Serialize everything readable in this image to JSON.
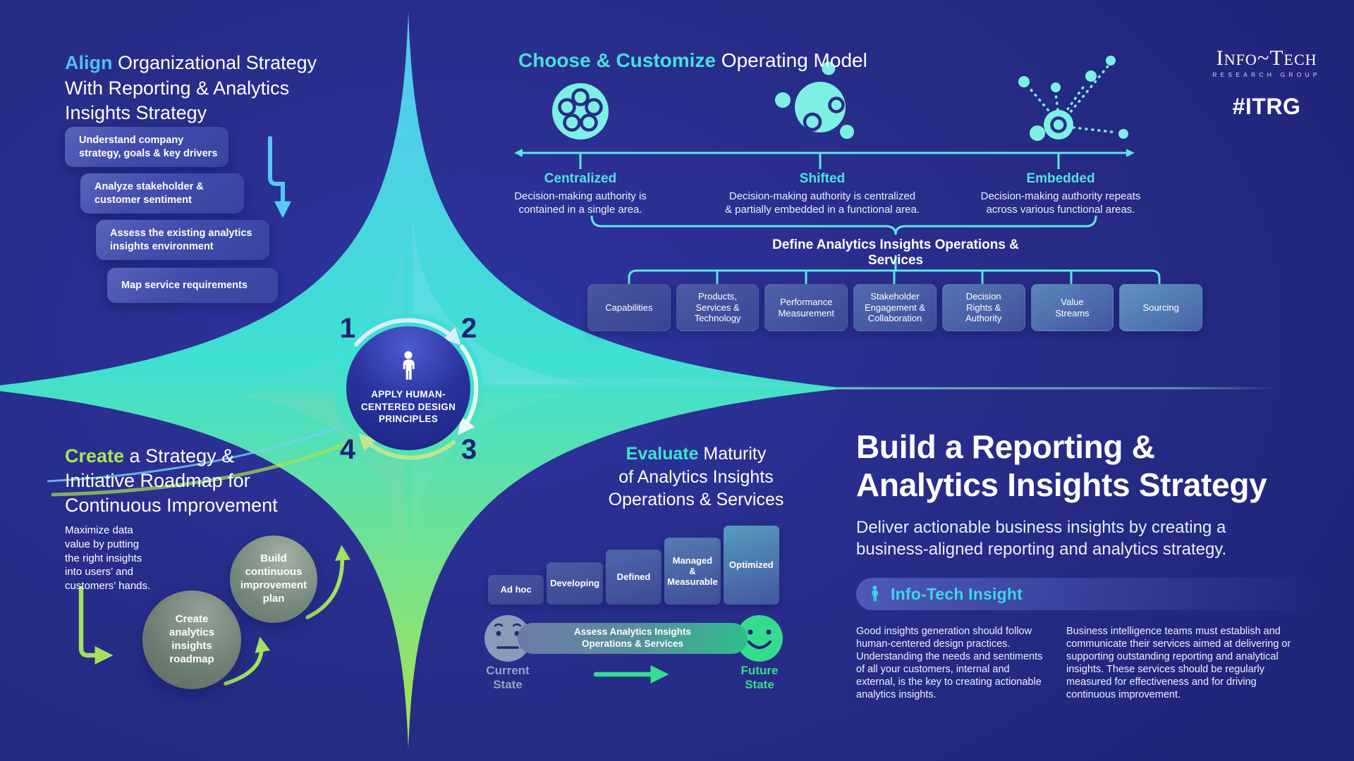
{
  "brand": {
    "logo": "Info~Tech",
    "logo_sub": "RESEARCH GROUP",
    "hashtag": "#ITRG"
  },
  "colors": {
    "background": "#272C87",
    "align_accent": "#53BEF0",
    "operating_accent": "#45E0DB",
    "create_accent": "#A9E455",
    "evaluate_accent": "#3FE3C9",
    "insight_accent": "#3DD5E8",
    "future_green": "#36DC8F",
    "current_gray": "#97A2C2",
    "star_gradient_top": "#56C7F4",
    "star_gradient_bottom": "#A9E34F"
  },
  "center": {
    "label": "APPLY HUMAN-\nCENTERED DESIGN\nPRINCIPLES",
    "icon": "person-icon",
    "numbers": [
      "1",
      "2",
      "3",
      "4"
    ]
  },
  "align": {
    "accent": "Align",
    "rest": " Organizational Strategy\nWith Reporting & Analytics\nInsights Strategy",
    "steps": [
      "Understand company\nstrategy, goals & key drivers",
      "Analyze stakeholder &\ncustomer sentiment",
      "Assess the existing analytics\ninsights environment",
      "Map service requirements"
    ]
  },
  "operating": {
    "accent": "Choose & Customize",
    "rest": " Operating Model",
    "models": [
      {
        "name": "Centralized",
        "icon": "centralized-icon",
        "desc": "Decision-making authority is\ncontained in a single area."
      },
      {
        "name": "Shifted",
        "icon": "shifted-icon",
        "desc": "Decision-making authority is centralized\n& partially embedded in a functional area."
      },
      {
        "name": "Embedded",
        "icon": "embedded-icon",
        "desc": "Decision-making authority repeats\nacross various functional areas."
      }
    ],
    "define_title": "Define Analytics Insights Operations & Services",
    "services": [
      "Capabilities",
      "Products,\nServices &\nTechnology",
      "Performance\nMeasurement",
      "Stakeholder\nEngagement &\nCollaboration",
      "Decision\nRights &\nAuthority",
      "Value\nStreams",
      "Sourcing"
    ]
  },
  "create": {
    "accent": "Create",
    "rest": " a Strategy &\nInitiative Roadmap for\nContinuous Improvement",
    "paragraph": "Maximize data\nvalue by putting\nthe right insights\ninto users’ and\ncustomers’ hands.",
    "bubbles": [
      "Create\nanalytics\ninsights\nroadmap",
      "Build\ncontinuous\nimprovement\nplan"
    ]
  },
  "evaluate": {
    "accent": "Evaluate",
    "rest": " Maturity\nof Analytics Insights\nOperations & Services",
    "levels": [
      "Ad hoc",
      "Developing",
      "Defined",
      "Managed\n&\nMeasurable",
      "Optimized"
    ],
    "bar": "Assess Analytics Insights\nOperations & Services",
    "current": "Current\nState",
    "future": "Future\nState"
  },
  "build": {
    "title": "Build a Reporting &\nAnalytics Insights Strategy",
    "subtitle": "Deliver actionable business insights by creating a\nbusiness-aligned reporting and analytics strategy.",
    "insight_title": "Info-Tech Insight",
    "insight_col1": "Good insights generation should follow human-centered design practices. Understanding the needs and sentiments of all your customers, internal and external, is the key to creating actionable analytics insights.",
    "insight_col2": "Business intelligence teams must establish and communicate their services aimed at delivering or supporting outstanding reporting and analytical insights. These services should be regularly measured for effectiveness and for driving continuous improvement."
  }
}
